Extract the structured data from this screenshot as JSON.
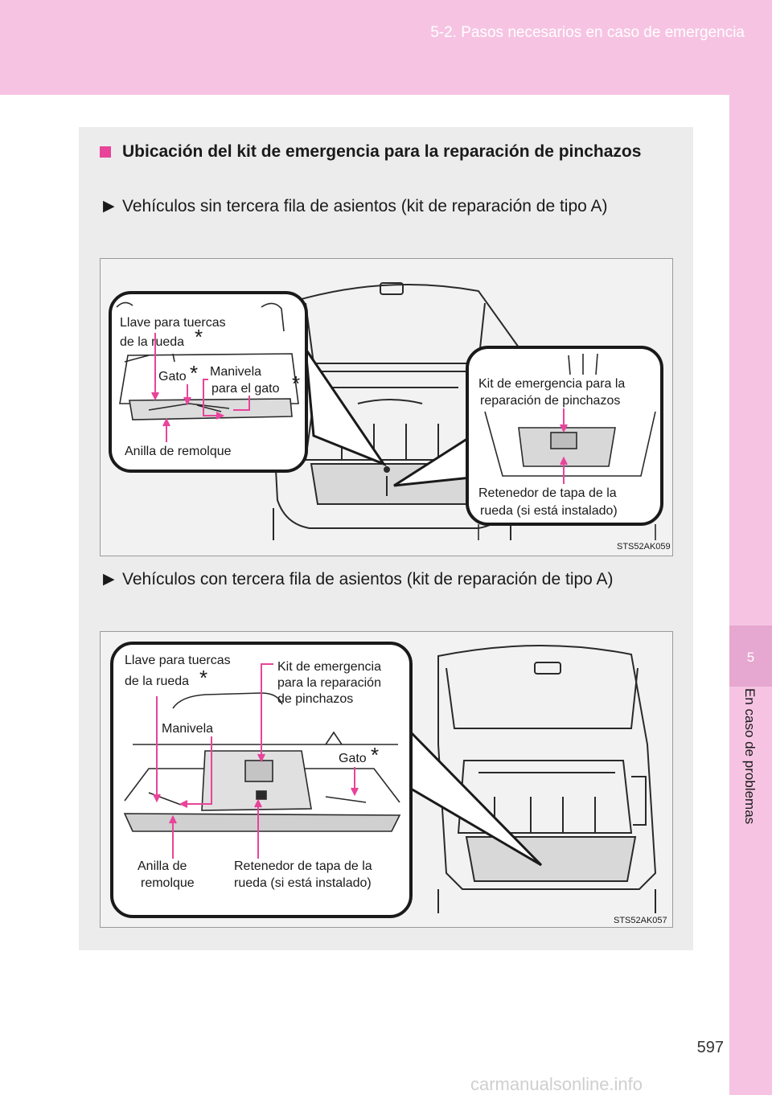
{
  "header": {
    "section_title": "5-2. Pasos necesarios en caso de emergencia"
  },
  "side_tab": {
    "chapter_number": "5",
    "chapter_title": "En caso de problemas"
  },
  "page": {
    "number": "597",
    "footer_watermark": "carmanualsonline.info"
  },
  "content": {
    "heading": "Ubicación del kit de emergencia para la reparación de pinchazos",
    "bullet_1": "Vehículos sin tercera fila de asientos (kit de reparación de tipo A)",
    "bullet_2": "Vehículos con tercera fila de asientos (kit de reparación de tipo A)"
  },
  "figure_1": {
    "code": "STS52AK059",
    "labels": {
      "wrench_line1": "Llave para tuercas",
      "wrench_line2": "de la rueda",
      "jack": "Gato",
      "handle_line1": "Manivela",
      "handle_line2": "para el gato",
      "tow_ring": "Anilla de remolque",
      "kit_line1": "Kit de emergencia para la",
      "kit_line2": "reparación de pinchazos",
      "retainer_line1": "Retenedor de tapa de la",
      "retainer_line2": "rueda (si está instalado)"
    }
  },
  "figure_2": {
    "code": "STS52AK057",
    "labels": {
      "wrench_line1": "Llave para tuercas",
      "wrench_line2": "de la rueda",
      "kit_line1": "Kit de emergencia",
      "kit_line2": "para la reparación",
      "kit_line3": "de pinchazos",
      "handle": "Manivela",
      "jack": "Gato",
      "tow_line1": "Anilla de",
      "tow_line2": "remolque",
      "retainer_line1": "Retenedor de tapa de la",
      "retainer_line2": "rueda (si está instalado)"
    }
  },
  "symbols": {
    "asterisk": "*",
    "bullet_square_color": "#e8449a",
    "pointer_color": "#e8449a",
    "header_color": "#f6c4e2"
  }
}
